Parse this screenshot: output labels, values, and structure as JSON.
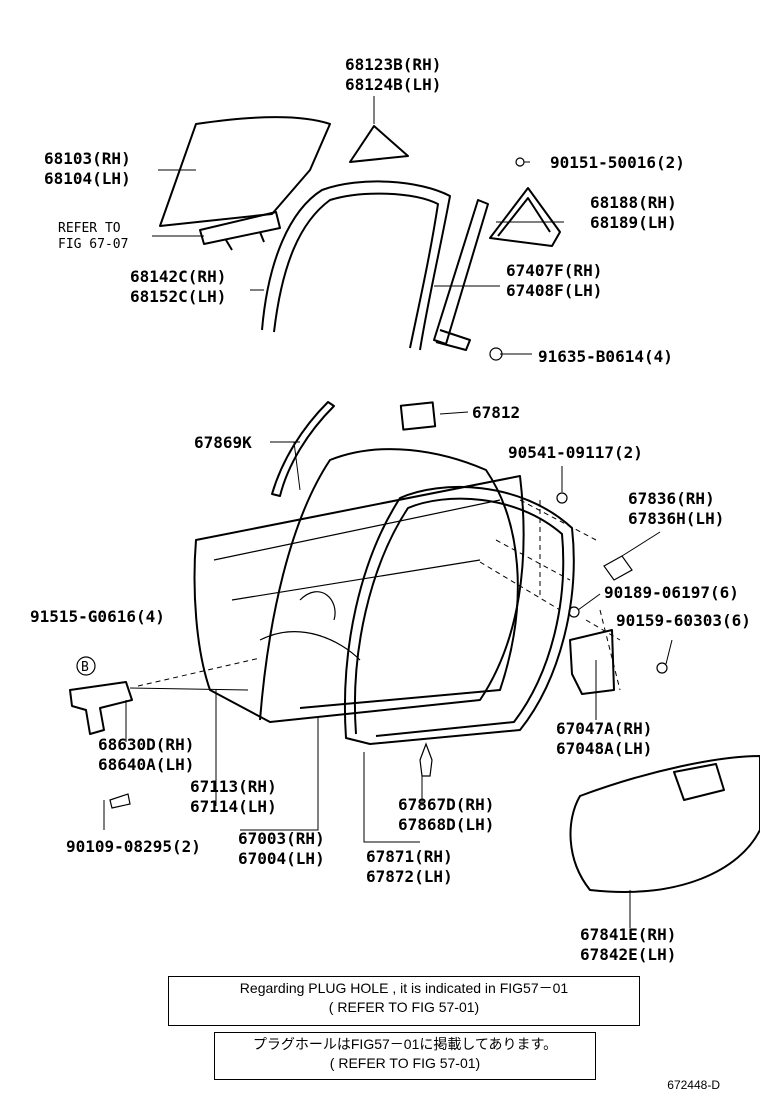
{
  "labels": [
    {
      "lines": [
        "68123B(RH)",
        "68124B(LH)"
      ]
    },
    {
      "lines": [
        "68103(RH)",
        "68104(LH)"
      ]
    },
    {
      "lines": [
        "REFER TO",
        "FIG 67-07"
      ]
    },
    {
      "lines": [
        "90151-50016(2)"
      ]
    },
    {
      "lines": [
        "68188(RH)",
        "68189(LH)"
      ]
    },
    {
      "lines": [
        "68142C(RH)",
        "68152C(LH)"
      ]
    },
    {
      "lines": [
        "67407F(RH)",
        "67408F(LH)"
      ]
    },
    {
      "lines": [
        "91635-B0614(4)"
      ]
    },
    {
      "lines": [
        "67812"
      ]
    },
    {
      "lines": [
        "67869K"
      ]
    },
    {
      "lines": [
        "90541-09117(2)"
      ]
    },
    {
      "lines": [
        "67836(RH)",
        "67836H(LH)"
      ]
    },
    {
      "lines": [
        "90189-06197(6)"
      ]
    },
    {
      "lines": [
        "90159-60303(6)"
      ]
    },
    {
      "lines": [
        "91515-G0616(4)"
      ]
    },
    {
      "lines": [
        "B"
      ]
    },
    {
      "lines": [
        "68630D(RH)",
        "68640A(LH)"
      ]
    },
    {
      "lines": [
        "67047A(RH)",
        "67048A(LH)"
      ]
    },
    {
      "lines": [
        "67113(RH)",
        "67114(LH)"
      ]
    },
    {
      "lines": [
        "67003(RH)",
        "67004(LH)"
      ]
    },
    {
      "lines": [
        "67867D(RH)",
        "67868D(LH)"
      ]
    },
    {
      "lines": [
        "67871(RH)",
        "67872(LH)"
      ]
    },
    {
      "lines": [
        "90109-08295(2)"
      ]
    },
    {
      "lines": [
        "67841E(RH)",
        "67842E(LH)"
      ]
    }
  ],
  "notes": {
    "en": {
      "line1": "Regarding PLUG HOLE , it is indicated in FIG57－01",
      "line2": "( REFER TO FIG 57-01)"
    },
    "jp": {
      "line1": "プラグホールはFIG57－01に掲載してあります。",
      "line2": "( REFER TO FIG 57-01)"
    }
  },
  "figure_code": "672448-D"
}
